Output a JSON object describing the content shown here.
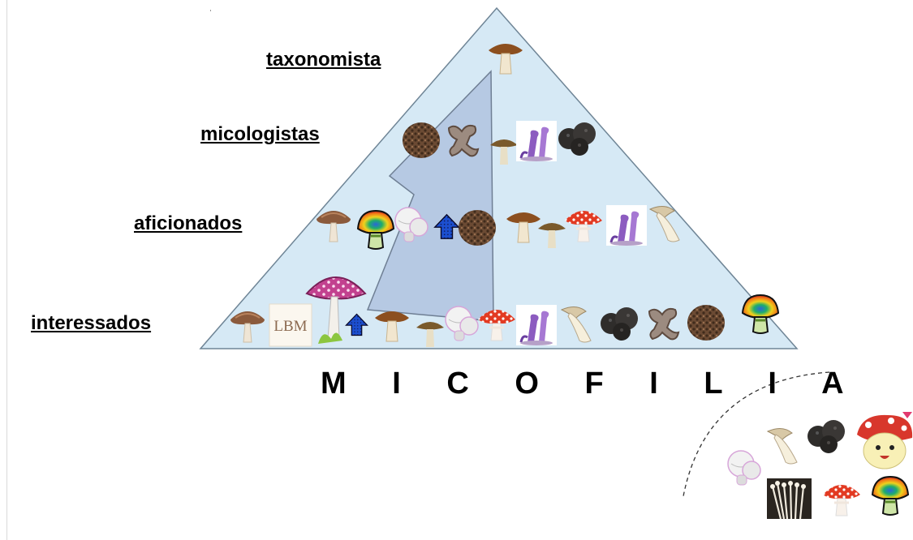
{
  "levels": {
    "top": "taxonomista",
    "second": "micologistas",
    "third": "aficionados",
    "bottom": "interessados"
  },
  "title": "M I C O F I L I A",
  "monogram": "LBM",
  "colors": {
    "pyramid_fill": "#d6e9f5",
    "pyramid_stroke": "#6f8596",
    "arrow_fill": "#b6c9e3",
    "arrow_stroke": "#6f7f94"
  },
  "icons": [
    "shiitake-mushroom-icon",
    "rainbow-mushroom-icon",
    "white-button-mushroom-icon",
    "blue-pixel-mushroom-icon",
    "morel-mushroom-icon",
    "porcini-mushroom-icon",
    "fly-agaric-mushroom-icon",
    "purple-coral-mushroom-icon",
    "king-oyster-mushroom-icon",
    "truffle-icon",
    "enoki-mushroom-icon",
    "pink-toadstool-icon",
    "cartoon-mushroom-icon"
  ]
}
